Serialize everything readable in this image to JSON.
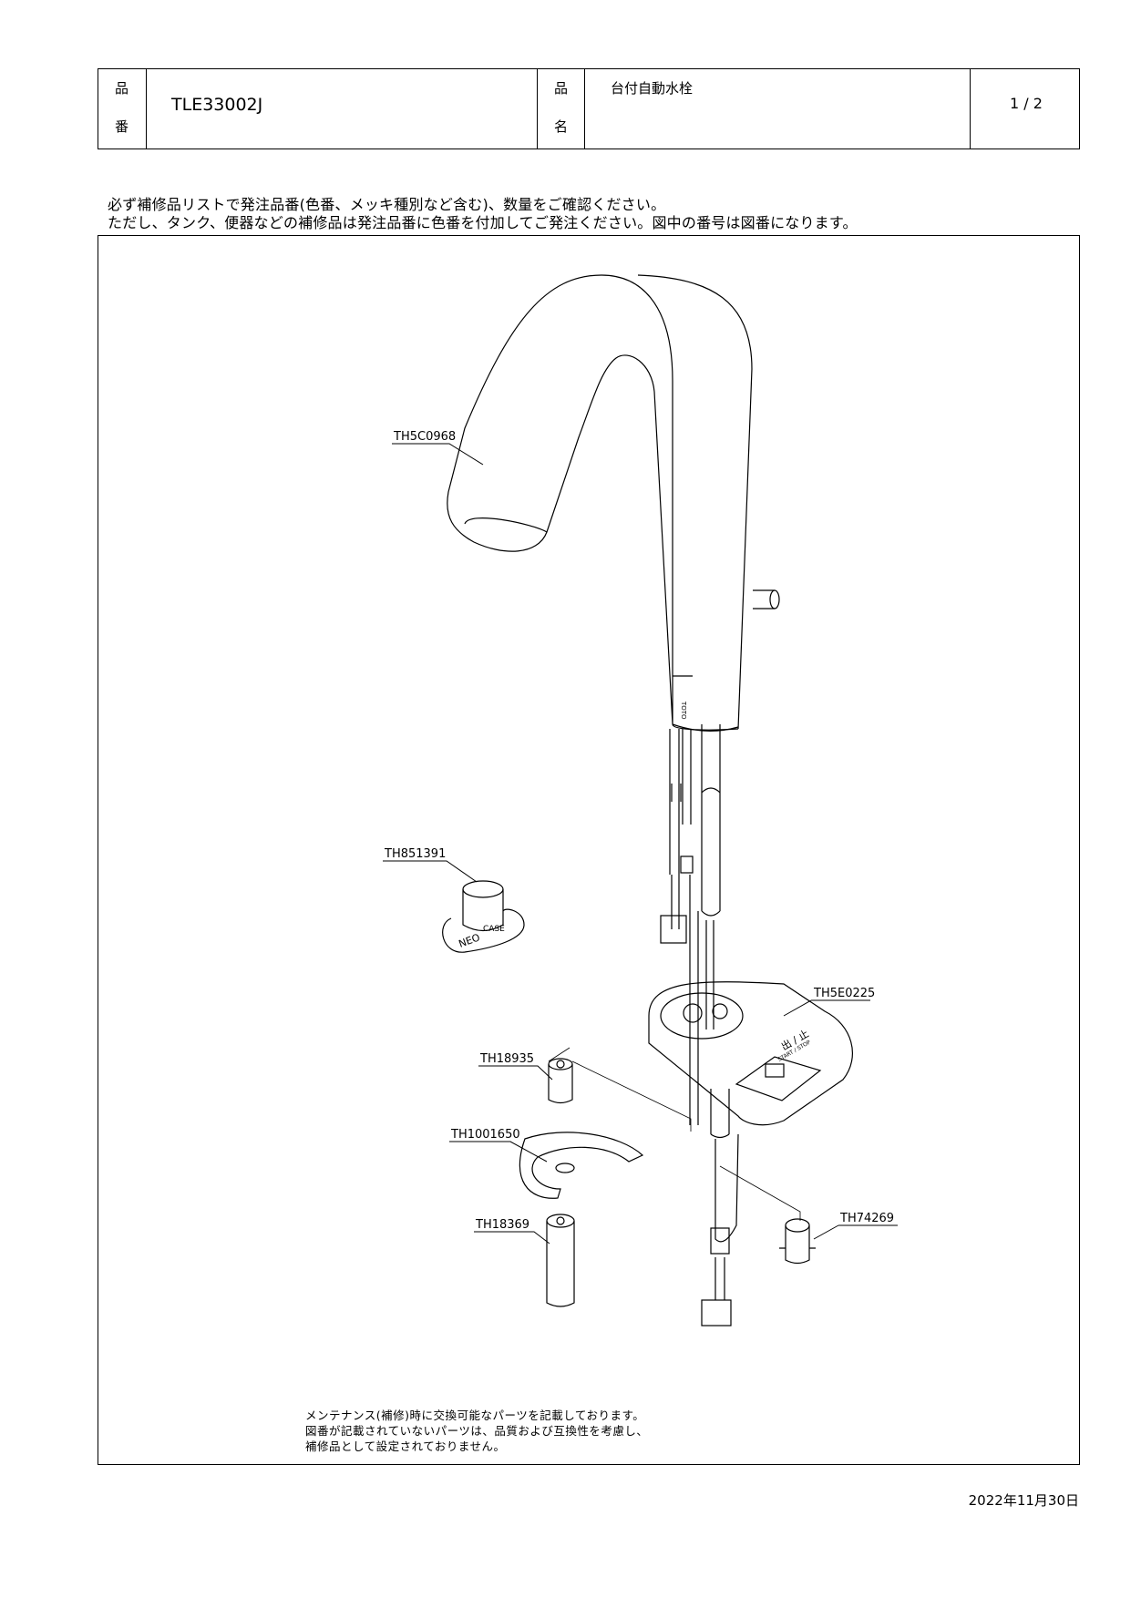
{
  "header": {
    "code_label_1": "品",
    "code_label_2": "番",
    "product_code": "TLE33002J",
    "name_label_1": "品",
    "name_label_2": "名",
    "product_name": "台付自動水栓",
    "page": "1 / 2"
  },
  "notice": {
    "line1": "必ず補修品リストで発注品番(色番、メッキ種別など含む)、数量をご確認ください。",
    "line2": "ただし、タンク、便器などの補修品は発注品番に色番を付加してご発注ください。図中の番号は図番になります。"
  },
  "parts": {
    "spout": "TH5C0968",
    "tool": "TH851391",
    "base": "TH5E0225",
    "nut": "TH18935",
    "plate": "TH1001650",
    "pipe": "TH18369",
    "clip": "TH74269"
  },
  "marks": {
    "brand": "TOTO",
    "tool_text_1": "CASE",
    "tool_text_2": "NEO",
    "sensor_label": "出 / 止",
    "sensor_sub": "START / STOP"
  },
  "footnote": {
    "line1": "メンテナンス(補修)時に交換可能なパーツを記載しております。",
    "line2": "図番が記載されていないパーツは、品質および互換性を考慮し、",
    "line3": "補修品として設定されておりません。"
  },
  "date": "2022年11月30日"
}
